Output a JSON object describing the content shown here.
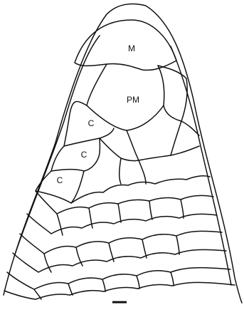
{
  "labels": {
    "mental": "M",
    "postmental": "PM",
    "chin_1": "C",
    "chin_2": "C",
    "chin_3": "C"
  },
  "stroke_color": "#111111",
  "background_color": "#ffffff"
}
